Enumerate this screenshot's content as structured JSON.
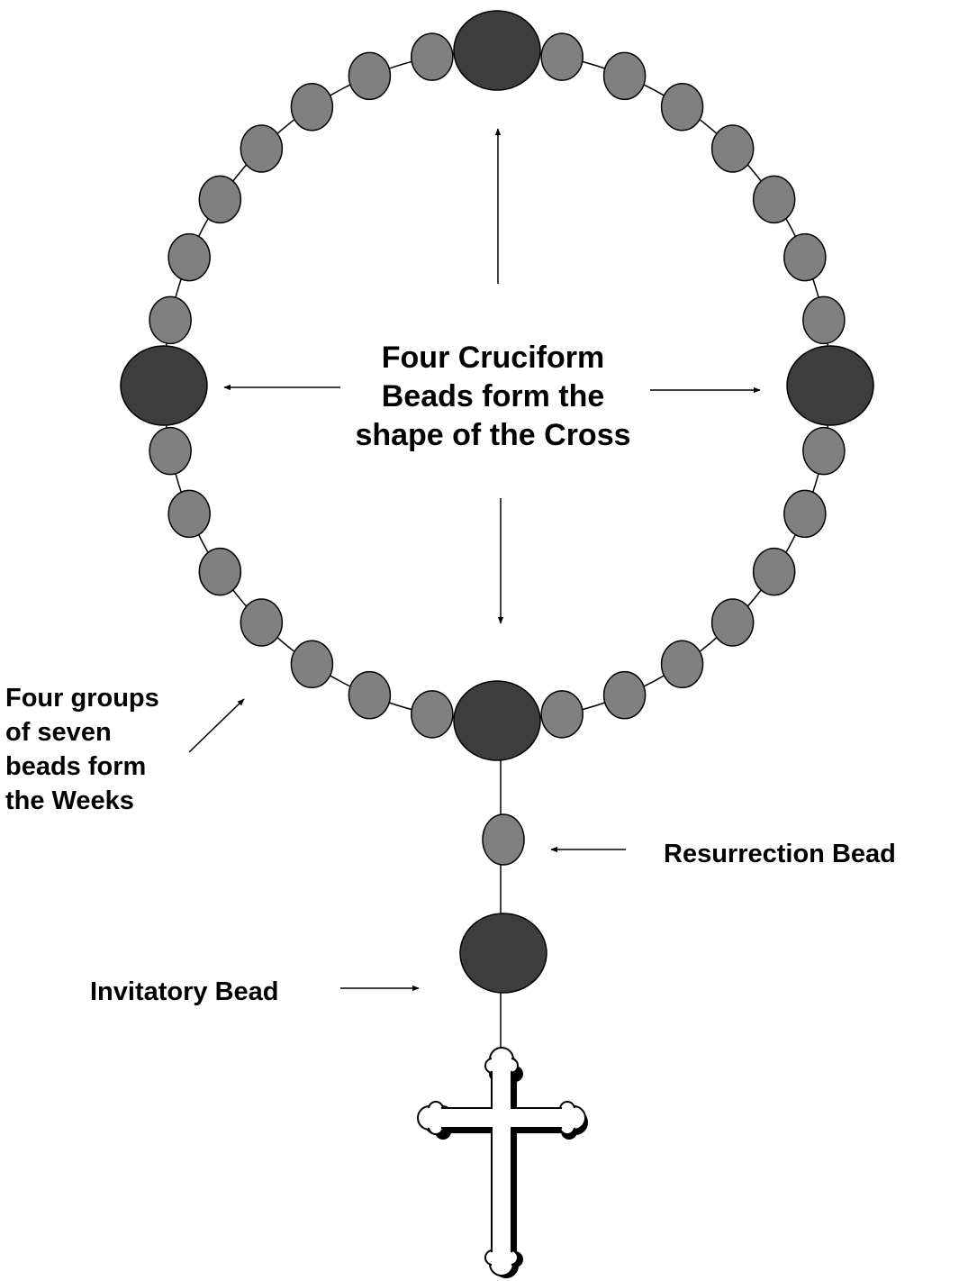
{
  "labels": {
    "cruciform": [
      "Four Cruciform",
      "Beads form the",
      "shape of the Cross"
    ],
    "weeks": [
      "Four groups",
      "of seven",
      "beads form",
      "the Weeks"
    ],
    "resurrection": "Resurrection Bead",
    "invitatory": "Invitatory Bead"
  },
  "colors": {
    "cruciform_bead": "#3d3d3d",
    "week_bead": "#808080",
    "stroke": "#000000",
    "cross_fill": "#ffffff"
  }
}
